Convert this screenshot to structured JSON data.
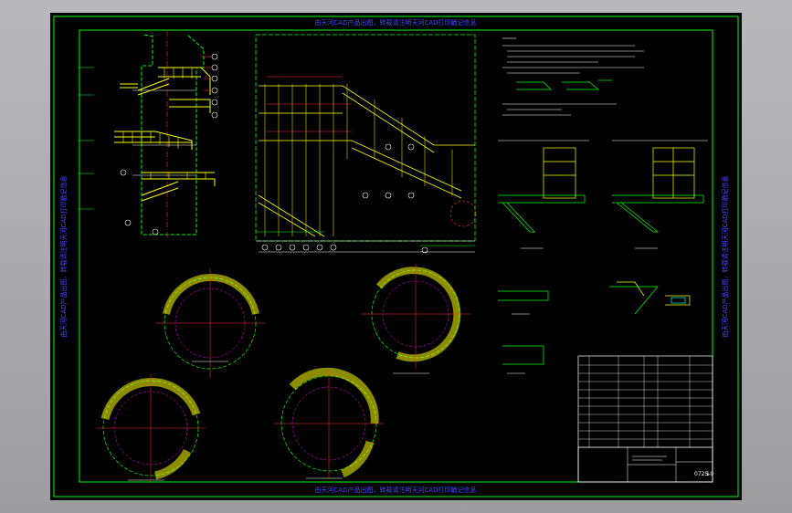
{
  "banners": {
    "top": "由天河CAD产品出图，转载请注明天河CAD打印戳记信息",
    "bottom": "由天河CAD产品出图，转载请注明天河CAD打印戳记信息",
    "left": "由天河CAD产品出图，转载请注明天河CAD打印戳记信息",
    "right": "由天河CAD产品出图，转载请注明天河CAD打印戳记信息"
  },
  "title_block": {
    "drawing_no": "0725-0",
    "sheet": "1"
  },
  "colors": {
    "green": "#00ff00",
    "yellow": "#ffff00",
    "white": "#ffffff",
    "cyan": "#00ffff",
    "red": "#ff3030",
    "magenta": "#ff00ff",
    "banner_text": "#3030ff"
  }
}
